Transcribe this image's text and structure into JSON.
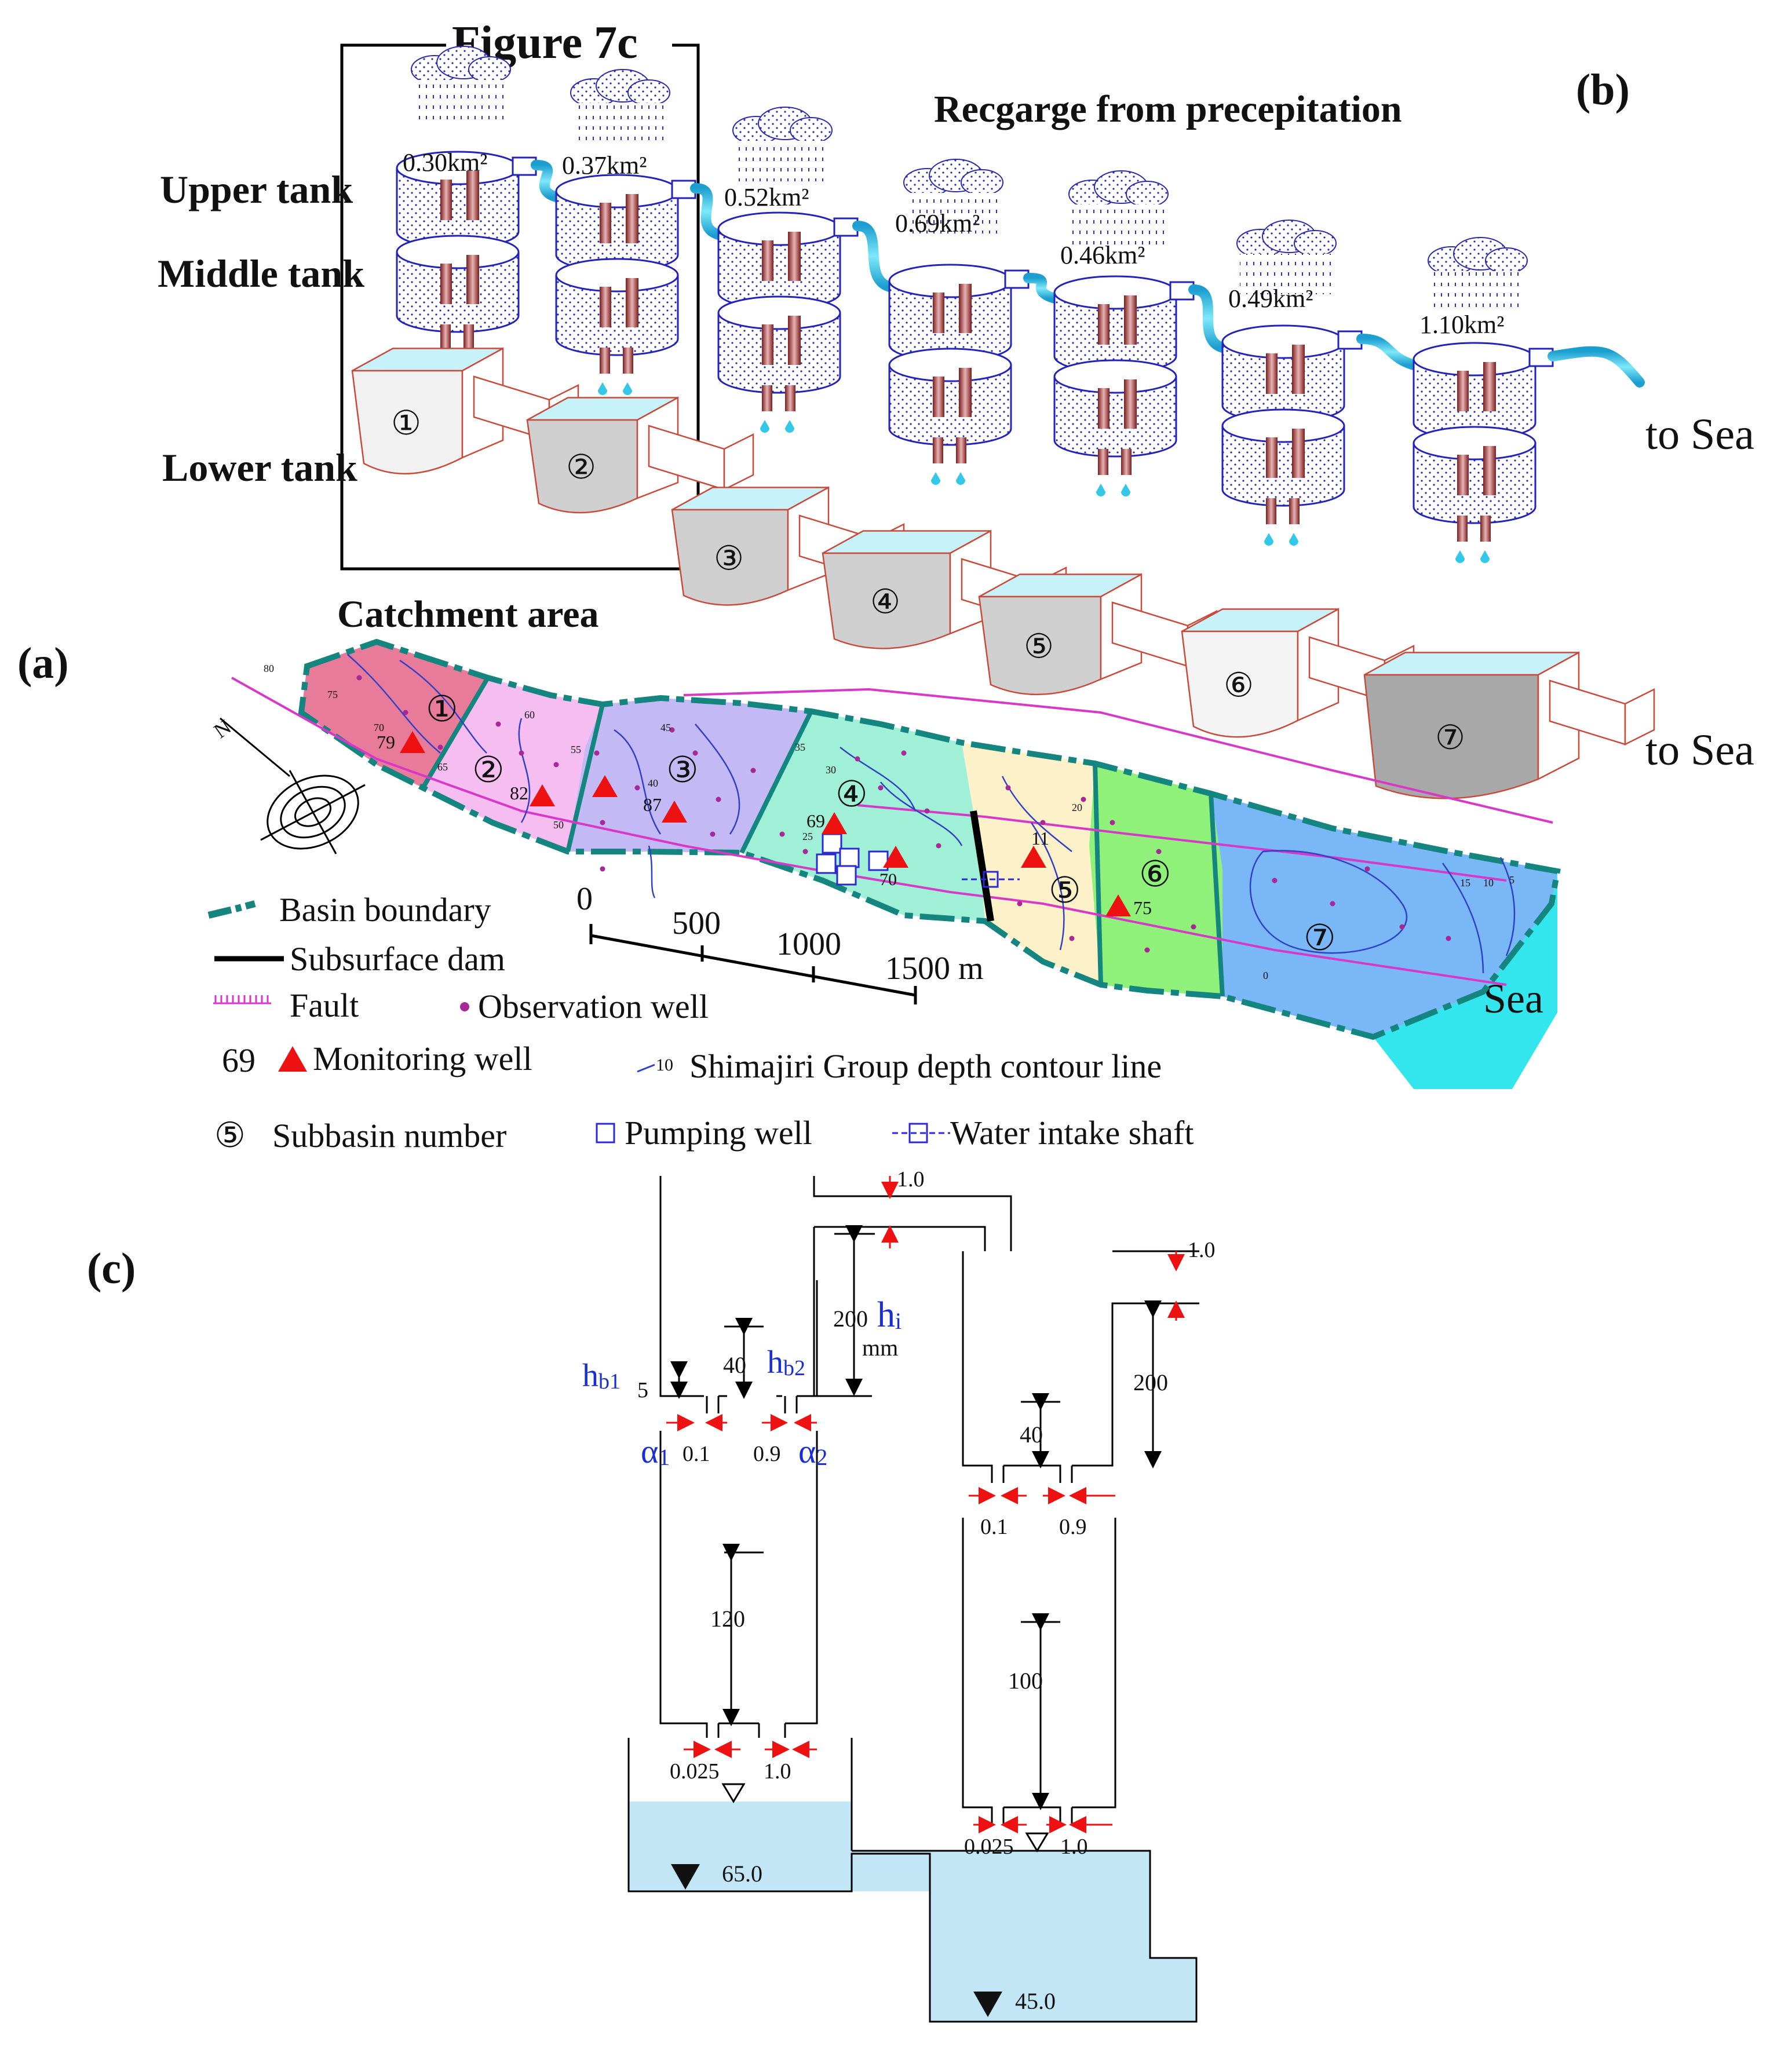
{
  "panels": {
    "a": "(a)",
    "b": "(b)",
    "c": "(c)"
  },
  "figure_box_label": "Figure 7c",
  "recharge_title": "Recgarge from precepitation",
  "tank_labels": {
    "upper": "Upper tank",
    "middle": "Middle tank",
    "lower": "Lower tank"
  },
  "catchment_label": "Catchment area",
  "areas": [
    "0.30km²",
    "0.37km²",
    "0.52km²",
    "0.69km²",
    "0.46km²",
    "0.49km²",
    "1.10km²"
  ],
  "subbasin_numbers": [
    "①",
    "②",
    "③",
    "④",
    "⑤",
    "⑥",
    "⑦"
  ],
  "to_sea": "to Sea",
  "sea_label": "Sea",
  "map_wells": [
    "79",
    "82",
    "87",
    "69",
    "70",
    "11",
    "75"
  ],
  "contours": [
    "80",
    "75",
    "70",
    "65",
    "60",
    "55",
    "50",
    "45",
    "40",
    "35",
    "30",
    "25",
    "20",
    "15",
    "10",
    "5",
    "0"
  ],
  "scale": {
    "zero": "0",
    "t500": "500",
    "t1000": "1000",
    "t1500": "1500 m"
  },
  "north": "N",
  "legend": {
    "basin_boundary": "Basin boundary",
    "subsurface_dam": "Subsurface dam",
    "fault": "Fault",
    "observation_well": "Observation well",
    "monitoring_num": "69",
    "monitoring_well": "Monitoring well",
    "contour_num": "10",
    "contour_line": "Shimajiri Group depth contour line",
    "subbasin_sym": "⑤",
    "subbasin_number": "Subbasin number",
    "pumping_well": "Pumping well",
    "intake_shaft": "Water intake shaft"
  },
  "tank_c": {
    "left": {
      "hb1": "h",
      "hb1_sub": "b1",
      "hb1_val": "5",
      "v40": "40",
      "hb2": "h",
      "hb2_sub": "b2",
      "alpha1": "α",
      "alpha1_sub": "1",
      "alpha2": "α",
      "alpha2_sub": "2",
      "a01": "0.1",
      "a09": "0.9",
      "v120": "120",
      "a0025": "0.025",
      "a10": "1.0",
      "level": "65.0"
    },
    "middle": {
      "top": "1.0",
      "v200": "200",
      "hi": "h",
      "hi_sub": "i",
      "mm": "mm"
    },
    "right": {
      "top": "1.0",
      "v200": "200",
      "v40": "40",
      "a01": "0.1",
      "a09": "0.9",
      "v100": "100",
      "a0025": "0.025",
      "a10": "1.0",
      "level": "45.0"
    }
  },
  "colors": {
    "sub1": "#e87a9a",
    "sub2": "#f6bdf0",
    "sub3": "#c3b9f4",
    "sub4": "#9ff0d6",
    "sub5": "#fcf1c8",
    "sub6": "#8ff07a",
    "sub7": "#79b7f6",
    "sea": "#33e6ee",
    "water": "#c3e6f6",
    "boundary": "#15857f",
    "fault": "#d838c8",
    "monitor": "#ee1111",
    "pipe": "#33c8e8",
    "tank": "#2323b8",
    "rod": "#a02a2a",
    "lower_tank": "#c84a3a"
  }
}
